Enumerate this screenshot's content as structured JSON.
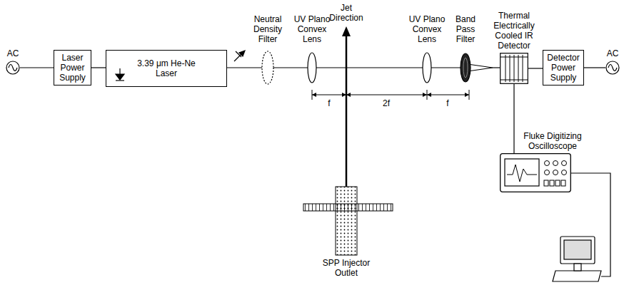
{
  "diagram": {
    "nodes": [
      {
        "text": [
          "AC"
        ]
      },
      {
        "text": [
          "Laser Power Supply"
        ]
      },
      {
        "text": [
          "3.39 μm He-Ne Laser"
        ]
      },
      {
        "text": [
          "Thermal Electrically Cooled IR Detector"
        ]
      },
      {
        "text": [
          "Detector Power Supply"
        ]
      },
      {
        "text": [
          "AC"
        ]
      },
      {
        "text": [
          "Fluke Digitizing Oscilloscope"
        ]
      }
    ],
    "edges": [
      {
        "from": 0,
        "to": 1,
        "arrow": "none"
      },
      {
        "from": 1,
        "to": 2,
        "arrow": "none"
      },
      {
        "from": 3,
        "to": 4,
        "arrow": "none"
      },
      {
        "from": 4,
        "to": 5,
        "arrow": "none"
      },
      {
        "from": 3,
        "to": 6,
        "arrow": "none"
      }
    ],
    "labels": [
      "Neutral Density Filter",
      "UV Plano Convex Lens",
      "Jet Direction",
      "UV Plano Convex Lens",
      "Band Pass Filter",
      "f",
      "2f",
      "f",
      "SPP Injector Outlet"
    ]
  }
}
